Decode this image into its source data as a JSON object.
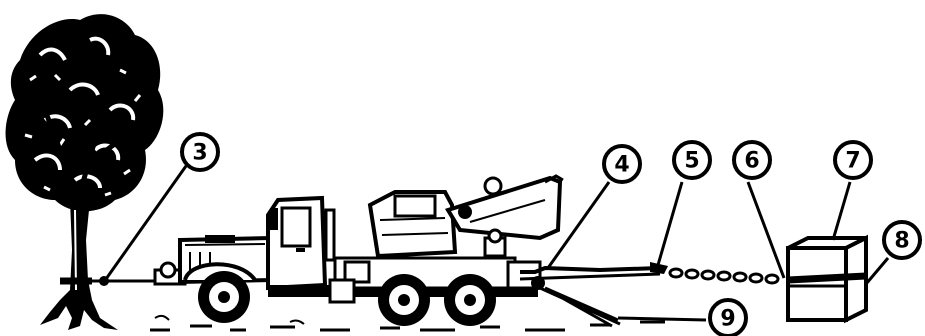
{
  "callouts": [
    {
      "id": "c3",
      "label": "3"
    },
    {
      "id": "c4",
      "label": "4"
    },
    {
      "id": "c5",
      "label": "5"
    },
    {
      "id": "c6",
      "label": "6"
    },
    {
      "id": "c7",
      "label": "7"
    },
    {
      "id": "c8",
      "label": "8"
    },
    {
      "id": "c9",
      "label": "9"
    }
  ],
  "colors": {
    "ink": "#000000",
    "paper": "#ffffff"
  }
}
